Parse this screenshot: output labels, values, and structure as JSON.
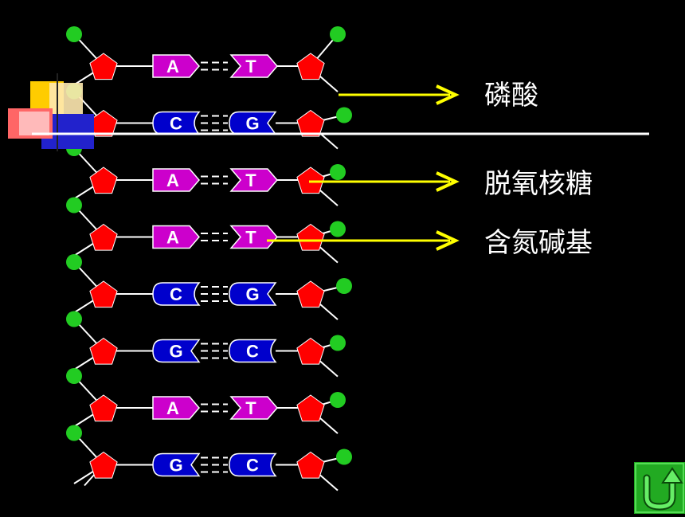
{
  "labels": {
    "phosphate": "磷酸",
    "deoxyribose": "脱氧核糖",
    "base": "含氮碱基"
  },
  "base_pairs": [
    {
      "left": "A",
      "right": "T"
    },
    {
      "left": "C",
      "right": "G"
    },
    {
      "left": "A",
      "right": "T"
    },
    {
      "left": "A",
      "right": "T"
    },
    {
      "left": "C",
      "right": "G"
    },
    {
      "left": "G",
      "right": "C"
    },
    {
      "left": "A",
      "right": "T"
    },
    {
      "left": "G",
      "right": "C"
    }
  ],
  "colors": {
    "background": "#000000",
    "phosphate": "#22cc22",
    "sugar": "#ff0000",
    "purine_AT": "#cc00cc",
    "pyrimidine_CG": "#0000cc",
    "arrow": "#ffff00",
    "text": "#ffffff",
    "back_button": "#22aa22"
  },
  "nav": {
    "back_icon": "u-turn-arrow-icon"
  }
}
